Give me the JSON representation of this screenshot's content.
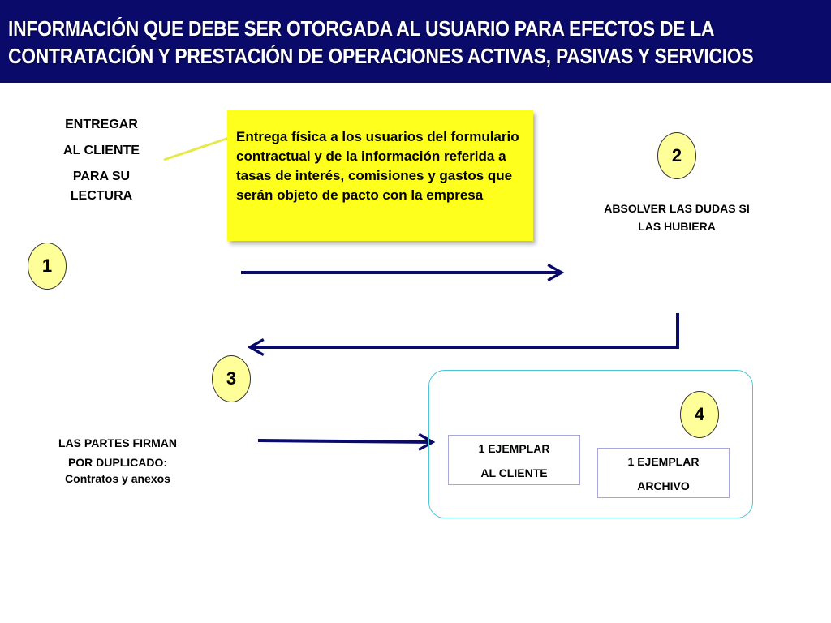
{
  "header": {
    "title_line1": "INFORMACIÓN QUE DEBE SER OTORGADA AL USUARIO PARA EFECTOS DE LA",
    "title_line2": "CONTRATACIÓN Y PRESTACIÓN DE OPERACIONES ACTIVAS, PASIVAS Y SERVICIOS"
  },
  "steps": {
    "step1": {
      "number": "1",
      "line1": "ENTREGAR",
      "line2": "AL CLIENTE",
      "line3": "PARA SU",
      "line4": "LECTURA"
    },
    "callout": "Entrega física a los usuarios del formulario contractual y de la información referida a tasas de interés, comisiones y gastos que serán objeto de pacto con la empresa",
    "step2": {
      "number": "2",
      "line1": "ABSOLVER LAS DUDAS SI",
      "line2": "LAS HUBIERA"
    },
    "step3": {
      "number": "3",
      "line1": "LAS PARTES FIRMAN",
      "line2": "POR DUPLICADO:",
      "line3": "Contratos y anexos"
    },
    "step4": {
      "number": "4",
      "copy1_line1": "1 EJEMPLAR",
      "copy1_line2": "AL CLIENTE",
      "copy2_line1": "1 EJEMPLAR",
      "copy2_line2": "ARCHIVO"
    }
  },
  "colors": {
    "header_bg": "#0a0a6b",
    "arrow": "#0a0a6b",
    "callout_bg": "#ffff1e",
    "circle_bg": "#ffff99",
    "group_border": "#4cc6d6",
    "copy_border": "#a7a7dd"
  }
}
